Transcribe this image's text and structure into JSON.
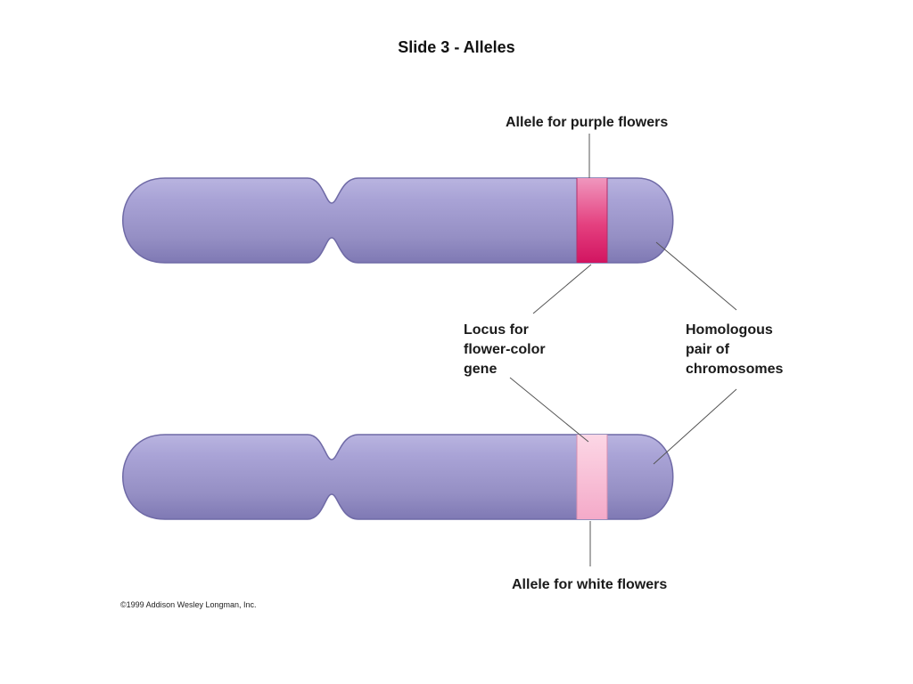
{
  "slide": {
    "title": "Slide 3 - Alleles"
  },
  "labels": {
    "allele_purple": "Allele for purple flowers",
    "allele_white": "Allele for white flowers",
    "locus_line1": "Locus for",
    "locus_line2": "flower-color",
    "locus_line3": "gene",
    "homologous_line1": "Homologous",
    "homologous_line2": "pair of",
    "homologous_line3": "chromosomes",
    "copyright": "©1999 Addison Wesley Longman, Inc."
  },
  "colors": {
    "chromosome_fill": "#9a94c8",
    "chromosome_edge": "#6f6aa6",
    "band_purple_allele": "#e6337a",
    "band_white_allele": "#f7b9d3",
    "leader_line": "#555555"
  }
}
